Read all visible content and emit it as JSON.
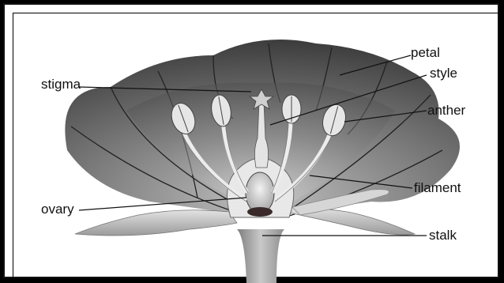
{
  "labels": {
    "petal": "petal",
    "style": "style",
    "stigma": "stigma",
    "anther": "anther",
    "filament": "filament",
    "ovary": "ovary",
    "stalk": "stalk"
  }
}
